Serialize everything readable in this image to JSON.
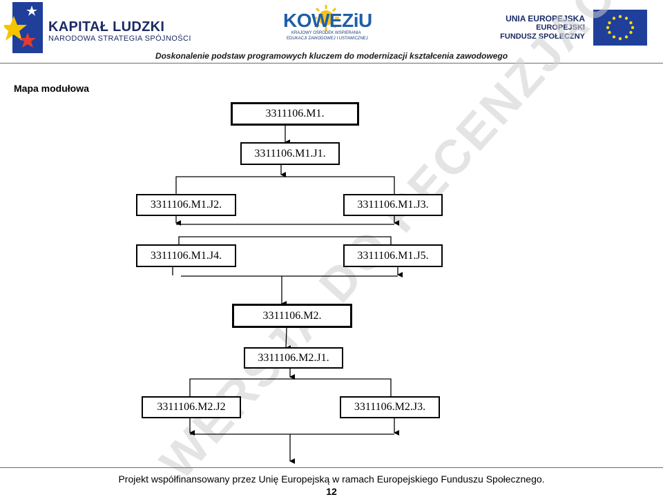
{
  "header": {
    "logo_left": {
      "title": "KAPITAŁ LUDZKI",
      "subtitle": "NARODOWA STRATEGIA SPÓJNOŚCI"
    },
    "logo_center": {
      "word": "KOWEZiU",
      "line1": "KRAJOWY OŚRODEK WSPIERANIA",
      "line2": "EDUKACJI ZAWODOWEJ I USTAWICZNEJ"
    },
    "logo_right": {
      "line1": "UNIA EUROPEJSKA",
      "line2": "EUROPEJSKI",
      "line3": "FUNDUSZ SPOŁECZNY"
    },
    "tagline": "Doskonalenie podstaw programowych kluczem do modernizacji kształcenia zawodowego"
  },
  "section_title": "Mapa modułowa",
  "diagram": {
    "m1": "3311106.M1.",
    "m1_j1": "3311106.M1.J1.",
    "m1_j2": "3311106.M1.J2.",
    "m1_j3": "3311106.M1.J3.",
    "m1_j4": "3311106.M1.J4.",
    "m1_j5": "3311106.M1.J5.",
    "m2": "3311106.M2.",
    "m2_j1": "3311106.M2.J1.",
    "m2_j2": "3311106.M2.J2",
    "m2_j3": "3311106.M2.J3."
  },
  "watermark": "WERSJA DO RECENZJACH",
  "footer": {
    "text": "Projekt współfinansowany przez Unię Europejską w ramach Europejskiego Funduszu Społecznego.",
    "page_number": "12"
  },
  "colors": {
    "brand_blue": "#1a2b63",
    "eu_blue": "#1f3f9a",
    "eu_star": "#ffdd00",
    "star_red": "#e53a2f"
  }
}
